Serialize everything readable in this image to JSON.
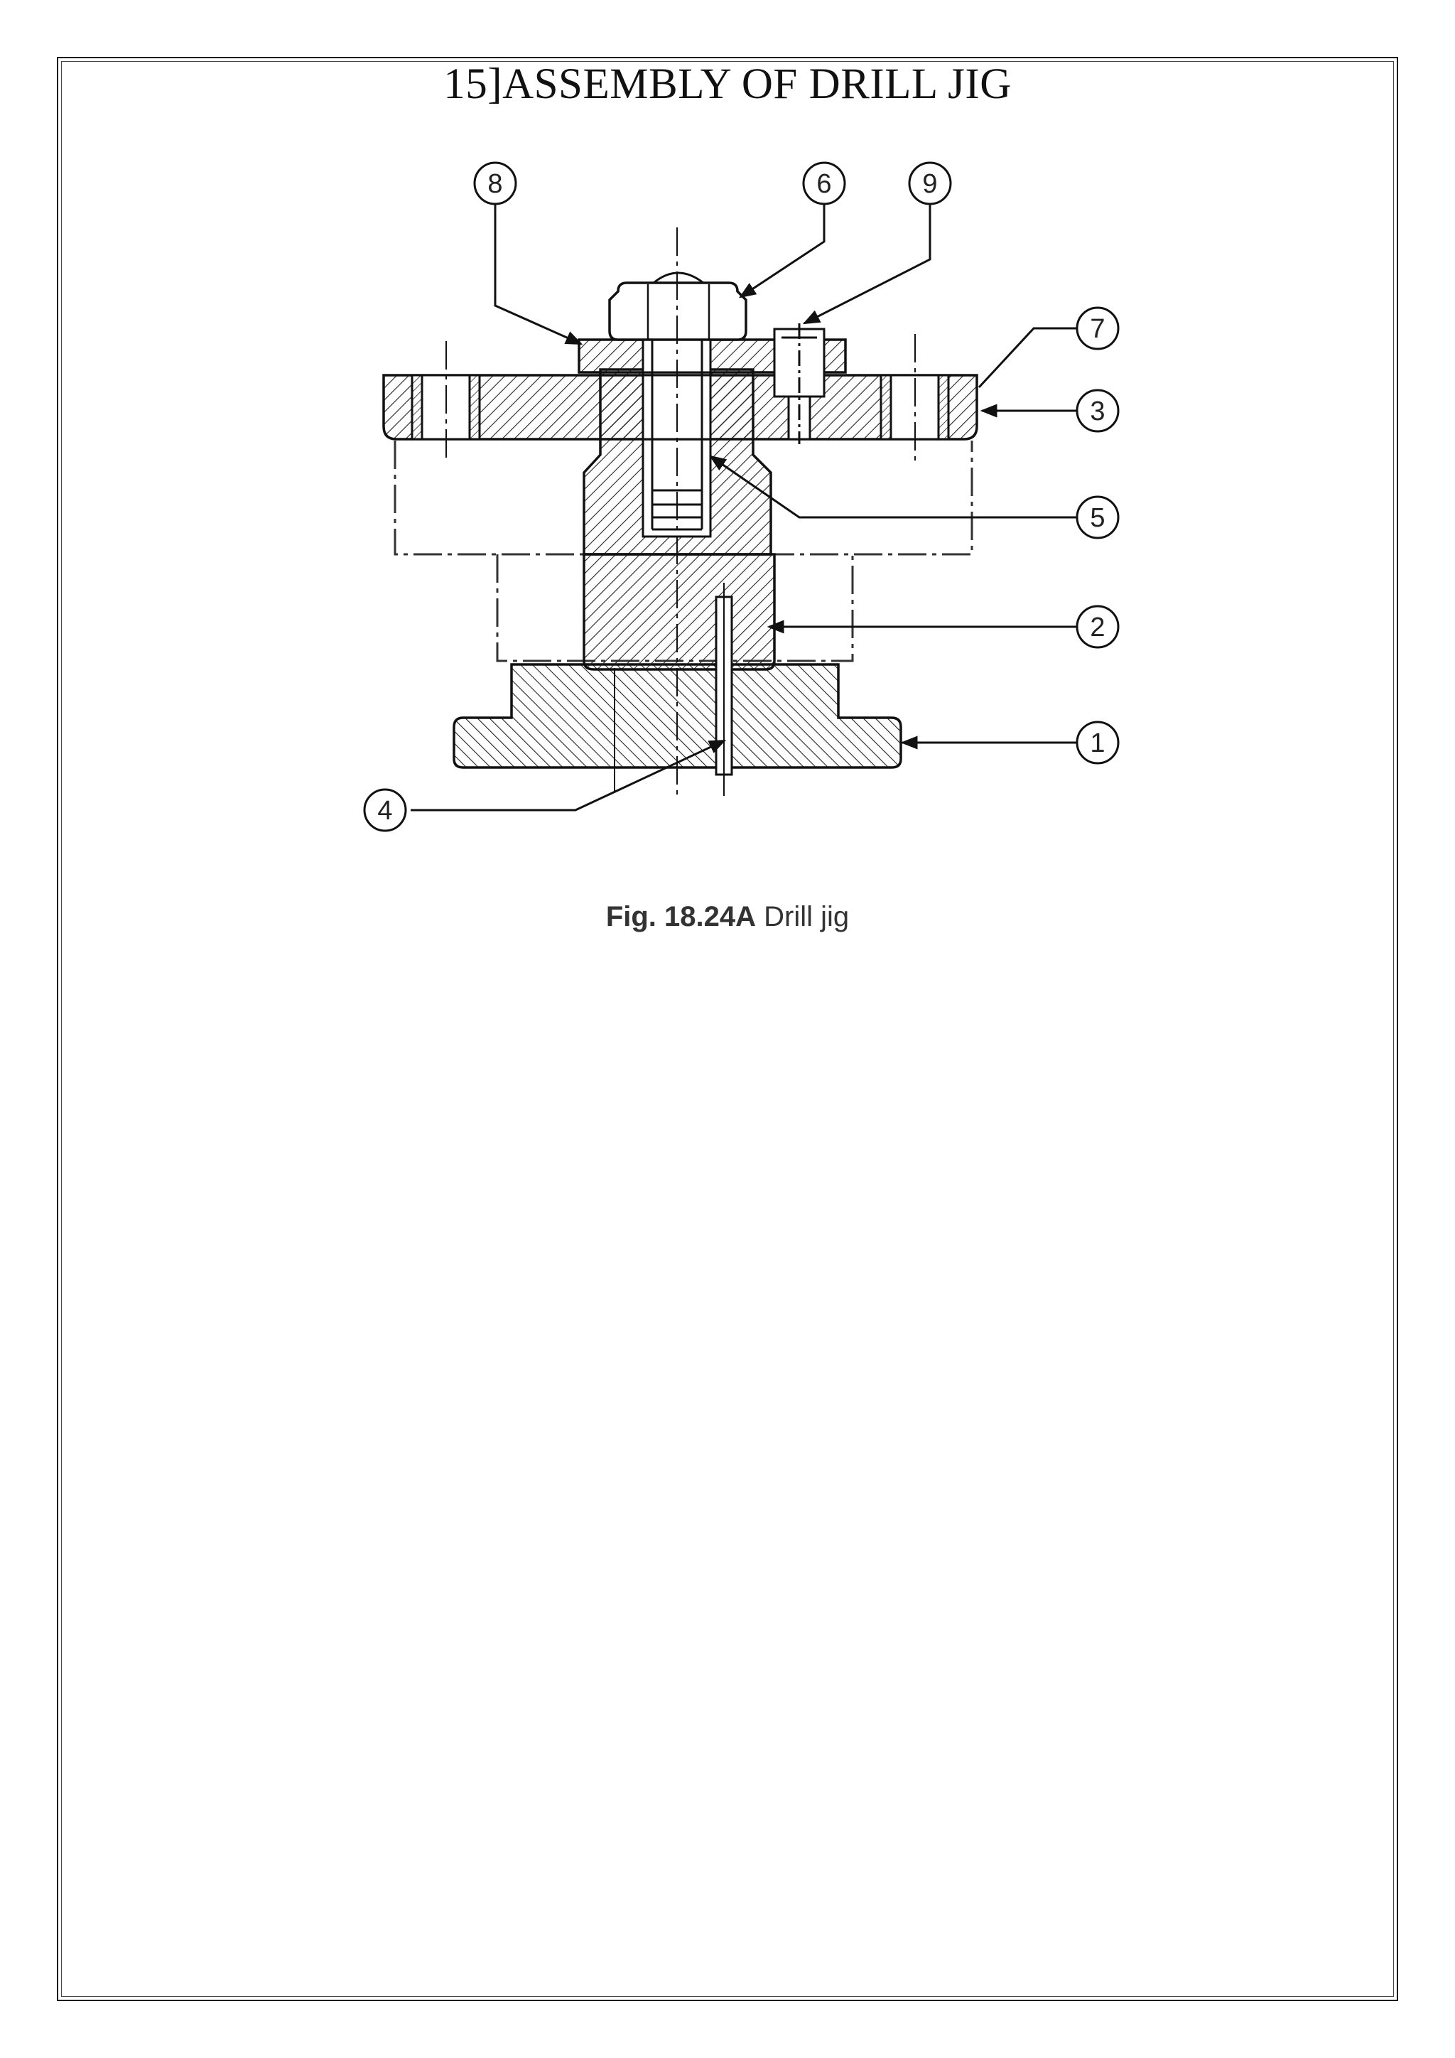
{
  "document": {
    "title": "15]ASSEMBLY OF DRILL JIG"
  },
  "figure": {
    "caption_number": "Fig. 18.24A",
    "caption_text": "Drill jig",
    "callouts": [
      "1",
      "2",
      "3",
      "4",
      "5",
      "6",
      "7",
      "8",
      "9"
    ]
  }
}
